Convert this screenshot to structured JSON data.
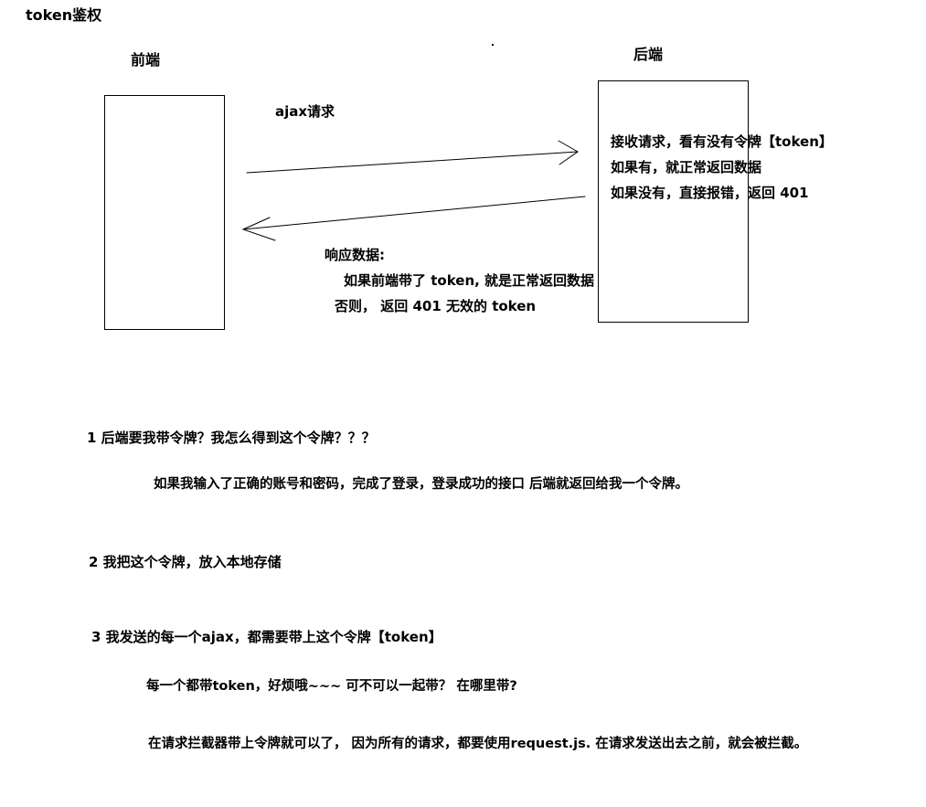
{
  "title": "token鉴权",
  "diagram": {
    "frontend_label": "前端",
    "backend_label": "后端",
    "request_label": "ajax请求",
    "backend_lines": [
      "接收请求，看有没有令牌【token】",
      "如果有，就正常返回数据",
      "如果没有，直接报错，返回 401"
    ],
    "response_title": "响应数据:",
    "response_lines": [
      "如果前端带了 token, 就是正常返回数据",
      "否则，  返回 401  无效的 token"
    ]
  },
  "notes": [
    {
      "heading": "1  后端要我带令牌？我怎么得到这个令牌？？？",
      "details": [
        "如果我输入了正确的账号和密码，完成了登录，登录成功的接口 后端就返回给我一个令牌。"
      ]
    },
    {
      "heading": "2 我把这个令牌，放入本地存储",
      "details": []
    },
    {
      "heading": "3 我发送的每一个ajax，都需要带上这个令牌【token】",
      "details": [
        "每一个都带token，好烦哦~~~ 可不可以一起带？   在哪里带?",
        "在请求拦截器带上令牌就可以了， 因为所有的请求，都要使用request.js. 在请求发送出去之前，就会被拦截。"
      ]
    }
  ]
}
